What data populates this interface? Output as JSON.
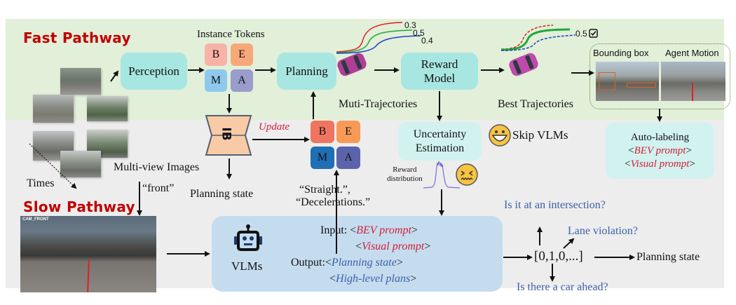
{
  "fast_pathway": {
    "title": "Fast Pathway",
    "perception_label": "Perception",
    "instance_tokens_label": "Instance Tokens",
    "tokens": [
      {
        "letter": "B",
        "color": "#f8b3a6"
      },
      {
        "letter": "E",
        "color": "#f8a878"
      },
      {
        "letter": "M",
        "color": "#8ec8ee"
      },
      {
        "letter": "A",
        "color": "#9a9ccc"
      }
    ],
    "planning_label": "Planning",
    "multi_trajectories_label": "Muti-Trajectories",
    "trajectory_scores": [
      {
        "value": "0.3",
        "color": "#e0201a"
      },
      {
        "value": "0.5",
        "color": "#1fa83a"
      },
      {
        "value": "0.4",
        "color": "#2040c0"
      }
    ],
    "reward_model_label_line1": "Reward",
    "reward_model_label_line2": "Model",
    "best_trajectories_label": "Best Trajectories",
    "best_score": "0.5",
    "bounding_box_label": "Bounding box",
    "agent_motion_label": "Agent Motion",
    "multi_view_label": "Multi-view Images",
    "times_label": "Times"
  },
  "middle": {
    "ib_label": "IB",
    "update_label": "Update",
    "updated_tokens": [
      {
        "letter": "B",
        "color": "#f07560"
      },
      {
        "letter": "E",
        "color": "#f89a55"
      },
      {
        "letter": "M",
        "color": "#1f6fb5"
      },
      {
        "letter": "A",
        "color": "#5b64aa"
      }
    ],
    "planning_state_label": "Planning state",
    "front_label": "“front”",
    "high_level_line1": "“Straight.”,",
    "high_level_line2": "“Decelerations.”",
    "uncertainty_line1": "Uncertainty",
    "uncertainty_line2": "Estimation",
    "reward_dist_line1": "Reward",
    "reward_dist_line2": "distribution",
    "skip_vlms_label": "Skip VLMs",
    "auto_labeling": {
      "title": "Auto-labeling",
      "bev_prompt": "BEV prompt",
      "visual_prompt": "Visual prompt"
    }
  },
  "slow_pathway": {
    "title": "Slow Pathway",
    "cam_label": "CAM_FRONT",
    "vlms_label": "VLMs",
    "input_label": "Input: ",
    "output_label": "Output:",
    "bev_prompt": "BEV prompt",
    "visual_prompt": "Visual prompt",
    "planning_state_prompt": "Planning state",
    "high_level_plans_prompt": "High-level plans",
    "vector_label": "[0,1,0,...]",
    "planning_state_out": "Planning state",
    "questions": {
      "intersection": "Is it at an intersection?",
      "lane": "Lane violation?",
      "car_ahead": "Is there a car ahead?"
    }
  },
  "colors": {
    "fast_bg": "#e2efd9",
    "slow_bg": "#ededed",
    "title_red": "#c00000",
    "prompt_red": "#d0203a",
    "prompt_blue": "#3b5fa8",
    "box_cyan": "#a8e6e2",
    "vlm_box_blue": "#c5dcef",
    "ib_fill": "#f8cba6"
  }
}
